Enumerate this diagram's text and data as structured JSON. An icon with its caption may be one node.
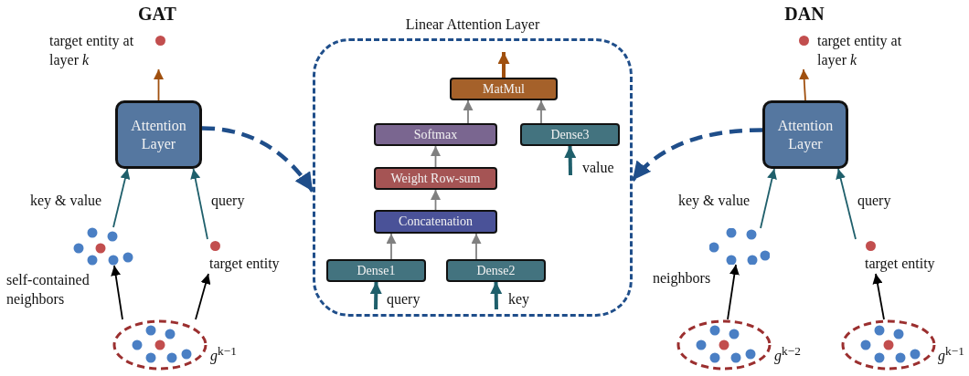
{
  "diagram": {
    "nodes": [
      {
        "text": [
          "target entity at layer *k*"
        ]
      },
      {
        "text": [
          "Attention Layer"
        ]
      },
      {
        "text": [],
        "shape": "picture",
        "beside": [
          "self-contained neighbors"
        ]
      },
      {
        "text": [
          "target entity"
        ]
      },
      {
        "text": [],
        "shape": "ellipse",
        "beside": [
          "*g*$^{k−1}$"
        ]
      },
      {
        "text": [
          "Linear Attention Layer"
        ]
      },
      {
        "text": [
          "MatMul"
        ],
        "in": 5
      },
      {
        "text": [
          "Softmax"
        ],
        "in": 5
      },
      {
        "text": [
          "Dense3"
        ],
        "in": 5
      },
      {
        "text": [
          "Weight Row-sum"
        ],
        "in": 5
      },
      {
        "text": [
          "Concatenation"
        ],
        "in": 5
      },
      {
        "text": [
          "Dense1"
        ],
        "in": 5
      },
      {
        "text": [
          "Dense2"
        ],
        "in": 5
      },
      {
        "text": [
          "target entity at layer *k*"
        ]
      },
      {
        "text": [
          "Attention Layer"
        ]
      },
      {
        "text": [],
        "shape": "picture",
        "beside": [
          "neighbors"
        ]
      },
      {
        "text": [
          "target entity"
        ]
      },
      {
        "text": [],
        "shape": "ellipse",
        "beside": [
          "*g*$^{k−2}$"
        ]
      },
      {
        "text": [],
        "shape": "ellipse",
        "beside": [
          "*g*$^{k−1}$"
        ]
      }
    ],
    "edges": [
      {
        "from": 4,
        "to": 2,
        "arrow": "to",
        "color": "#000000"
      },
      {
        "from": 4,
        "to": 3,
        "arrow": "to",
        "color": "#000000"
      },
      {
        "from": 2,
        "to": 1,
        "arrow": "to",
        "label": "key & value",
        "color": "#1f5f6b"
      },
      {
        "from": 3,
        "to": 1,
        "arrow": "to",
        "label": "query",
        "color": "#1f5f6b"
      },
      {
        "from": 1,
        "to": 0,
        "arrow": "to",
        "color": "#a0500f"
      },
      {
        "from": 1,
        "to": 5,
        "arrow": "to",
        "style": "dashed",
        "color": "#1f4e8a"
      },
      {
        "from": 11,
        "to": 10,
        "arrow": "to",
        "color": "#808080"
      },
      {
        "from": 12,
        "to": 10,
        "arrow": "to",
        "color": "#808080"
      },
      {
        "from": 10,
        "to": 9,
        "arrow": "to",
        "color": "#808080"
      },
      {
        "from": 9,
        "to": 7,
        "arrow": "to",
        "color": "#808080"
      },
      {
        "from": 7,
        "to": 6,
        "arrow": "to",
        "color": "#808080"
      },
      {
        "from": 8,
        "to": 6,
        "arrow": "to",
        "color": "#808080"
      },
      {
        "from": null,
        "to": 11,
        "arrow": "to",
        "label": "query",
        "style": "thick",
        "color": "#1f5f6b"
      },
      {
        "from": null,
        "to": 12,
        "arrow": "to",
        "label": "key",
        "style": "thick",
        "color": "#1f5f6b"
      },
      {
        "from": null,
        "to": 8,
        "arrow": "to",
        "label": "value",
        "style": "thick",
        "color": "#1f5f6b"
      },
      {
        "from": 6,
        "to": null,
        "arrow": "to",
        "style": "thick",
        "color": "#a0500f"
      },
      {
        "from": 14,
        "to": 5,
        "arrow": "to",
        "style": "dashed",
        "color": "#1f4e8a"
      },
      {
        "from": 17,
        "to": 15,
        "arrow": "to",
        "color": "#000000"
      },
      {
        "from": 18,
        "to": 16,
        "arrow": "to",
        "color": "#000000"
      },
      {
        "from": 15,
        "to": 14,
        "arrow": "to",
        "label": "key & value",
        "color": "#1f5f6b"
      },
      {
        "from": 16,
        "to": 14,
        "arrow": "to",
        "label": "query",
        "color": "#1f5f6b"
      },
      {
        "from": 14,
        "to": 13,
        "arrow": "to",
        "color": "#a0500f"
      }
    ],
    "labels": [
      "GAT",
      "DAN"
    ]
  }
}
